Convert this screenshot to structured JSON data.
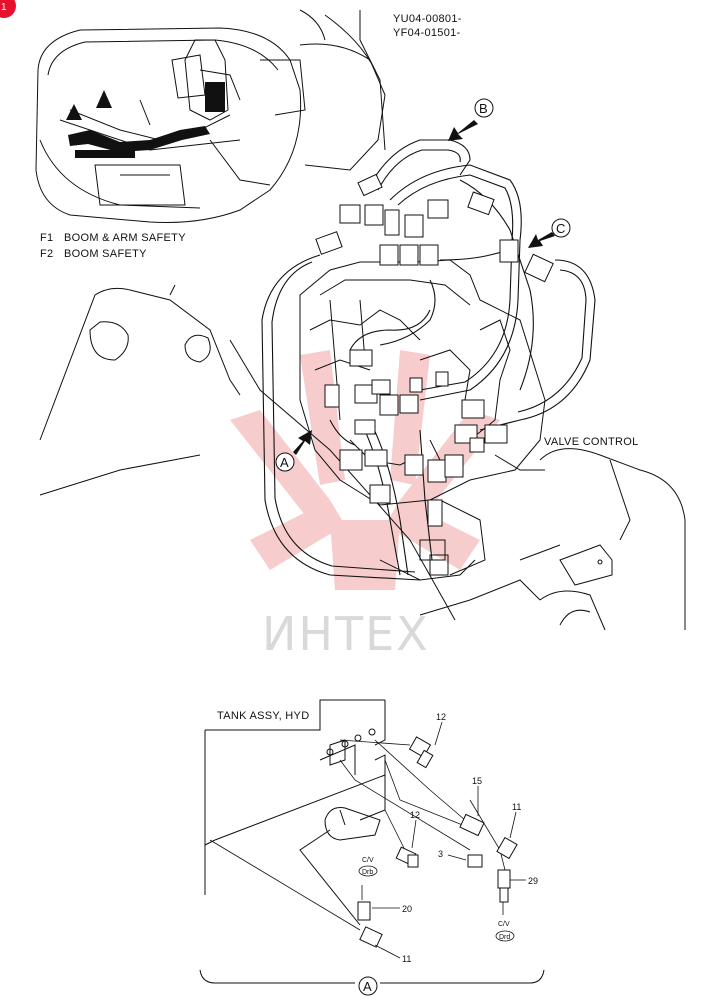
{
  "page_badge": "1",
  "serial_codes": [
    "YU04-00801-",
    "YF04-01501-"
  ],
  "legend": [
    {
      "code": "F1",
      "text": "BOOM & ARM SAFETY"
    },
    {
      "code": "F2",
      "text": "BOOM SAFETY"
    }
  ],
  "arrow_markers": {
    "a": "A",
    "b": "B",
    "c": "C"
  },
  "valve_label": "VALVE CONTROL",
  "watermark": "ИНТЕХ",
  "detail": {
    "tank_label": "TANK ASSY, HYD",
    "parts": {
      "p12_top": "12",
      "p15": "15",
      "p11_right": "11",
      "p12_mid": "12",
      "p3": "3",
      "p29": "29",
      "p20": "20",
      "p11_bottom": "11"
    },
    "cv_left": {
      "top": "C/V",
      "bottom": "Drb"
    },
    "cv_right": {
      "top": "C/V",
      "bottom": "Drd"
    },
    "bracket_marker": "A"
  },
  "colors": {
    "line": "#111111",
    "badge": "#e8112d",
    "watermark_red": "#f2a3a3",
    "watermark_text": "#d9d9d9"
  }
}
